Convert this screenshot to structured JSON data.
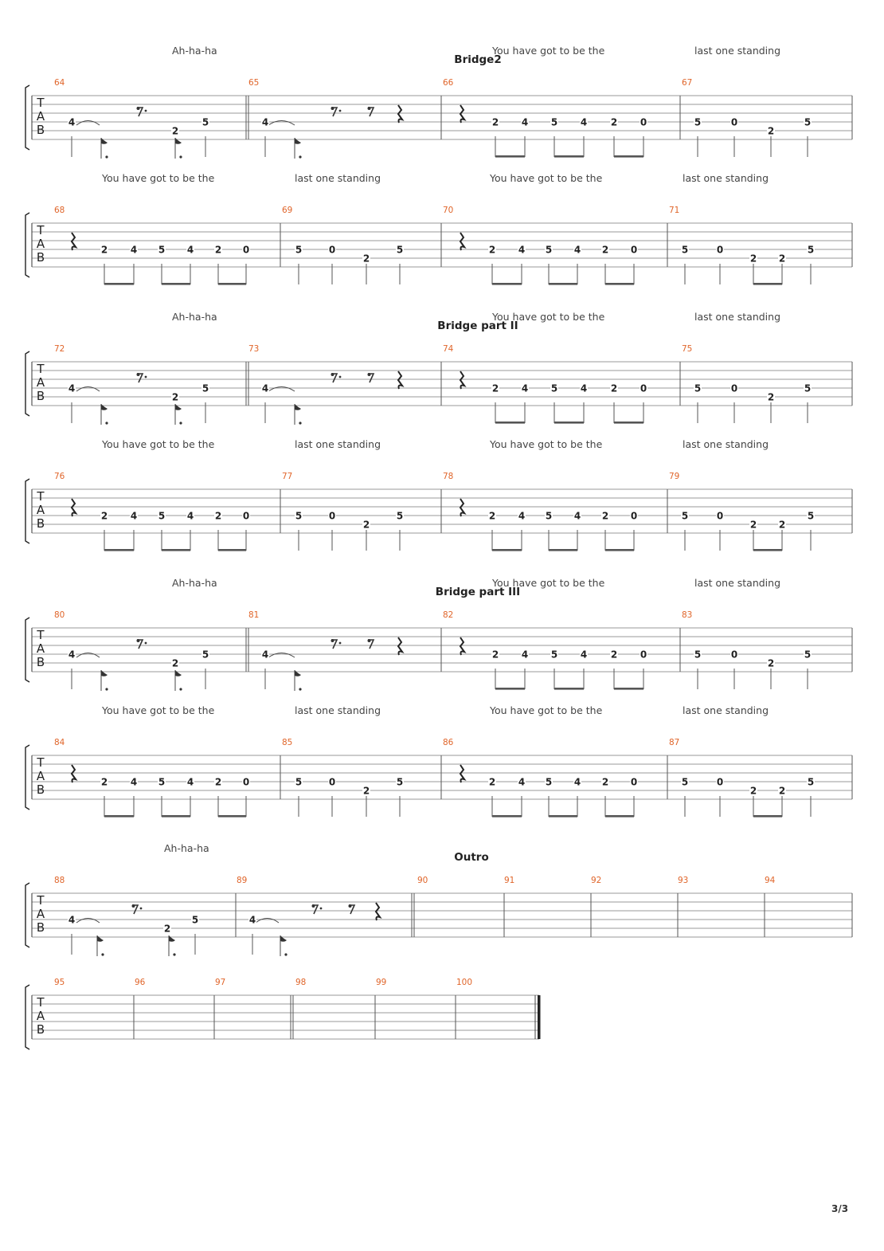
{
  "page_number": "3/3",
  "tab_clef": [
    "T",
    "A",
    "B"
  ],
  "systems": [
    {
      "lyrics": [
        "Ah-ha-ha",
        "You have got to be the",
        "last one standing"
      ],
      "section": "Bridge2",
      "bar_numbers": [
        "64",
        "65",
        "66",
        "67"
      ],
      "frets": [
        "4",
        "2",
        "5",
        "4",
        "2",
        "4",
        "5",
        "4",
        "2",
        "0",
        "5",
        "0",
        "2",
        "5"
      ]
    },
    {
      "lyrics": [
        "You have got to be the",
        "last one standing",
        "You have got to be the",
        "last one standing"
      ],
      "section": "",
      "bar_numbers": [
        "68",
        "69",
        "70",
        "71"
      ],
      "frets": [
        "2",
        "4",
        "5",
        "4",
        "2",
        "0",
        "5",
        "0",
        "2",
        "5",
        "2",
        "4",
        "5",
        "4",
        "2",
        "0",
        "5",
        "0",
        "2",
        "2",
        "5"
      ]
    },
    {
      "lyrics": [
        "Ah-ha-ha",
        "You have got to be the",
        "last one standing"
      ],
      "section": "Bridge part II",
      "bar_numbers": [
        "72",
        "73",
        "74",
        "75"
      ],
      "frets": [
        "4",
        "2",
        "5",
        "4",
        "2",
        "4",
        "5",
        "4",
        "2",
        "0",
        "5",
        "0",
        "2",
        "5"
      ]
    },
    {
      "lyrics": [
        "You have got to be the",
        "last one standing",
        "You have got to be the",
        "last one standing"
      ],
      "section": "",
      "bar_numbers": [
        "76",
        "77",
        "78",
        "79"
      ],
      "frets": [
        "2",
        "4",
        "5",
        "4",
        "2",
        "0",
        "5",
        "0",
        "2",
        "5",
        "2",
        "4",
        "5",
        "4",
        "2",
        "0",
        "5",
        "0",
        "2",
        "2",
        "5"
      ]
    },
    {
      "lyrics": [
        "Ah-ha-ha",
        "You have got to be the",
        "last one standing"
      ],
      "section": "Bridge part III",
      "bar_numbers": [
        "80",
        "81",
        "82",
        "83"
      ],
      "frets": [
        "4",
        "2",
        "5",
        "4",
        "2",
        "4",
        "5",
        "4",
        "2",
        "0",
        "5",
        "0",
        "2",
        "5"
      ]
    },
    {
      "lyrics": [
        "You have got to be the",
        "last one standing",
        "You have got to be the",
        "last one standing"
      ],
      "section": "",
      "bar_numbers": [
        "84",
        "85",
        "86",
        "87"
      ],
      "frets": [
        "2",
        "4",
        "5",
        "4",
        "2",
        "0",
        "5",
        "0",
        "2",
        "5",
        "2",
        "4",
        "5",
        "4",
        "2",
        "0",
        "5",
        "0",
        "2",
        "2",
        "5"
      ]
    },
    {
      "lyrics": [
        "Ah-ha-ha"
      ],
      "section": "Outro",
      "bar_numbers": [
        "88",
        "89",
        "90",
        "91",
        "92",
        "93",
        "94"
      ],
      "frets": [
        "4",
        "2",
        "5",
        "4"
      ]
    },
    {
      "lyrics": [],
      "section": "",
      "bar_numbers": [
        "95",
        "96",
        "97",
        "98",
        "99",
        "100"
      ],
      "frets": []
    }
  ]
}
